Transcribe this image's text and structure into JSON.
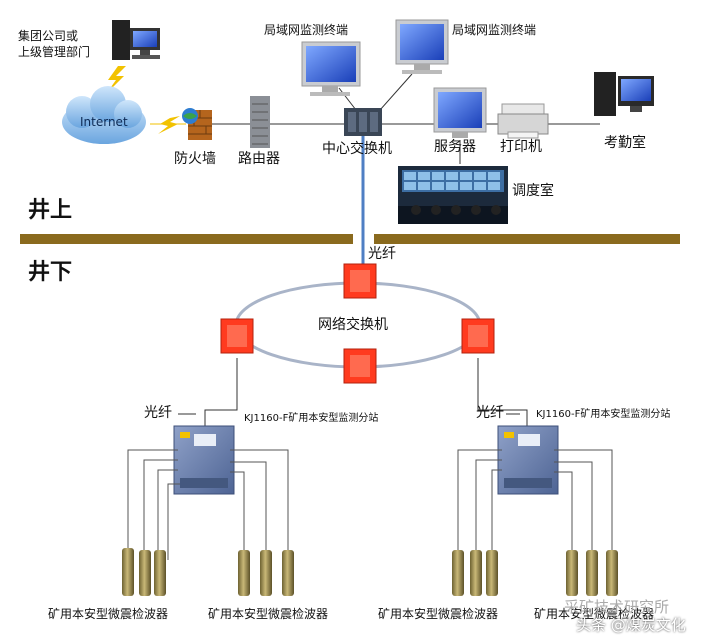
{
  "labels": {
    "group": "集团公司或\n上级管理部门",
    "internet": "Internet",
    "firewall": "防火墙",
    "router": "路由器",
    "lan_terminal_a": "局域网监测终端",
    "lan_terminal_b": "局域网监测终端",
    "core_switch": "中心交换机",
    "server": "服务器",
    "printer": "打印机",
    "attendance_room": "考勤室",
    "dispatch_room": "调度室",
    "surface": "井上",
    "underground": "井下",
    "fiber_top": "光纤",
    "network_switch": "网络交换机",
    "fiber_left": "光纤",
    "fiber_right": "光纤",
    "substation_left": "KJ1160-F矿用本安型监测分站",
    "substation_right": "KJ1160-F矿用本安型监测分站",
    "detector_1": "矿用本安型微震检波器",
    "detector_2": "矿用本安型微震检波器",
    "detector_3": "矿用本安型微震检波器",
    "detector_4": "矿用本安型微震检波器",
    "watermark": "头条 @煤炭文化",
    "watermark_bg": "采矿技术研究所"
  },
  "colors": {
    "divider": "#8a6a1e",
    "switch_box": "#ff3b1f",
    "fiber": "#4f7fc4",
    "ring": "#a9b4c8",
    "substation": "#6b7fae",
    "detector": "#9a8a4a",
    "lightning": "#f2c200",
    "internet_cloud": "#7fb4e8"
  }
}
